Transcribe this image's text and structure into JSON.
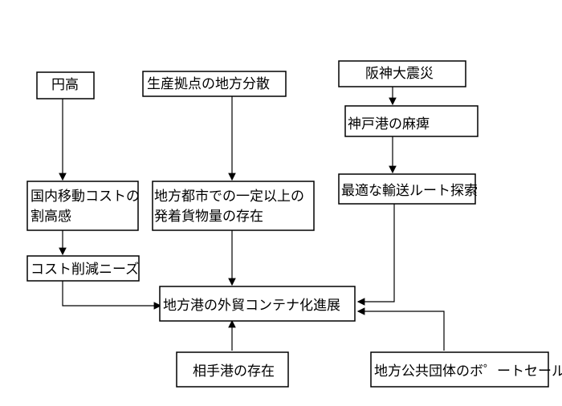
{
  "nodes": {
    "endaka": "円高",
    "seisan": "生産拠点の地方分散",
    "hanshin": "阪神大震災",
    "kobe": "神戸港の麻痺",
    "kokunai_line1": "国内移動コストの",
    "kokunai_line2": "割高感",
    "chihou_line1": "地方都市での一定以上の",
    "chihou_line2": "発着貨物量の存在",
    "saiteki": "最適な輸送ルート探索",
    "cost": "コスト削減ニーズ",
    "center": "地方港の外貿コンテナ化進展",
    "aite": "相手港の存在",
    "port_sales": "地方公共団体のボ゜ートセールス"
  }
}
